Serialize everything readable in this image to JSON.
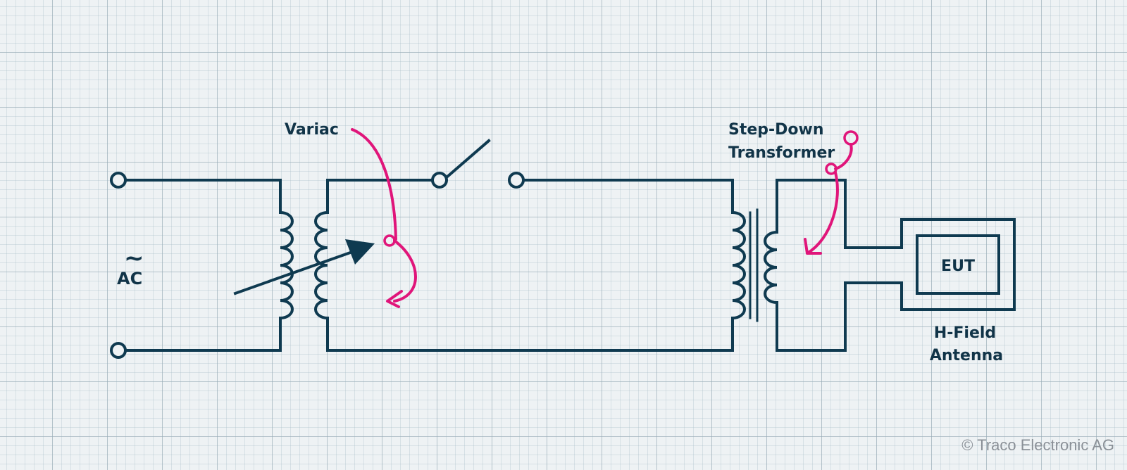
{
  "labels": {
    "variac": "Variac",
    "step_down_line1": "Step-Down",
    "step_down_line2": "Transformer",
    "eut": "EUT",
    "antenna_line1": "H-Field",
    "antenna_line2": "Antenna",
    "ac_tilde": "~",
    "ac_text": "AC"
  },
  "copyright": "© Traco Electronic AG",
  "colors": {
    "wire": "#0f3a50",
    "annotation": "#e0157a",
    "grid_background": "#eef2f4",
    "copyright_text": "#8a9097"
  }
}
